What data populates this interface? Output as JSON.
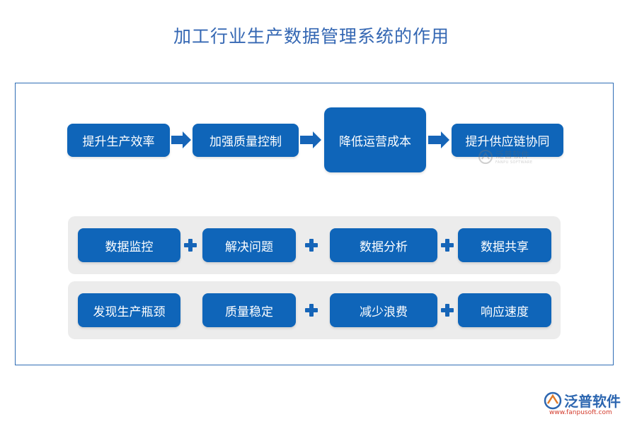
{
  "title": "加工行业生产数据管理系统的作用",
  "flow": {
    "steps": [
      "提升生产效率",
      "加强质量控制",
      "降低运营成本",
      "提升供应链协同"
    ]
  },
  "rows": [
    {
      "items": [
        "数据监控",
        "解决问题",
        "数据分析",
        "数据共享"
      ],
      "plus_after": [
        true,
        true,
        true
      ]
    },
    {
      "items": [
        "发现生产瓶颈",
        "质量稳定",
        "减少浪费",
        "响应速度"
      ],
      "plus_after": [
        false,
        true,
        true
      ]
    }
  ],
  "watermark": {
    "name": "泛普软件",
    "sub": "FANPU SOFTWARE"
  },
  "logo": {
    "name": "泛普软件",
    "url": "www.fanpusoft.com"
  },
  "colors": {
    "box_fill": "#0f65b9",
    "title": "#3467b3",
    "frame_border": "#2f6db5",
    "panel": "#ececec",
    "url_red": "#d33b2c"
  }
}
